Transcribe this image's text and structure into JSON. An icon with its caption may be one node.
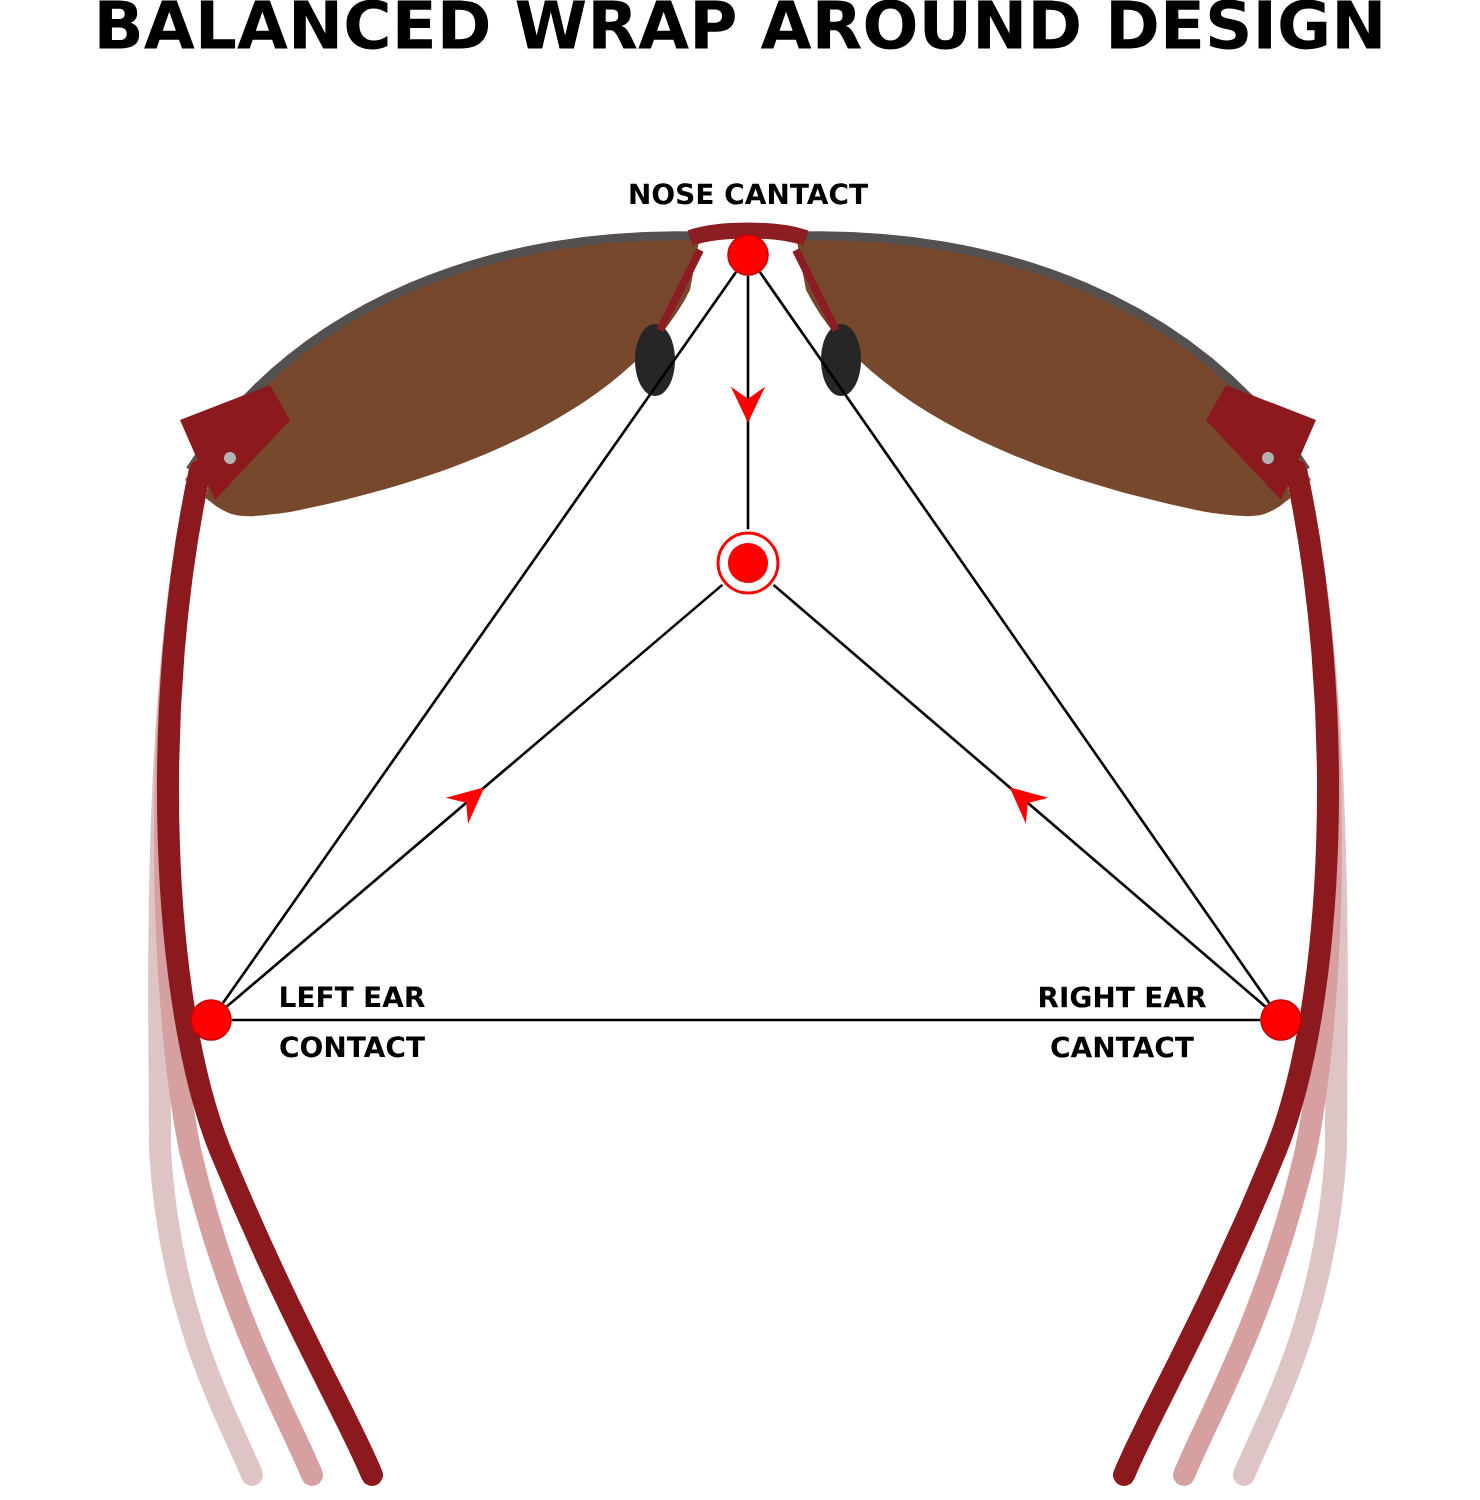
{
  "diagram": {
    "title": "BALANCED WRAP AROUND DESIGN",
    "nodes": [
      {
        "text": [],
        "shape": "circle",
        "beside": [
          "NOSE CANTACT"
        ]
      },
      {
        "text": [],
        "shape": "circle"
      },
      {
        "text": [],
        "shape": "circle",
        "beside": [
          "LEFT EAR CONTACT"
        ]
      },
      {
        "text": [],
        "shape": "circle",
        "beside": [
          "RIGHT EAR CANTACT"
        ]
      }
    ],
    "edges": [
      {
        "from": 0,
        "to": 1,
        "arrow": "to"
      },
      {
        "from": 2,
        "to": 1,
        "arrow": "to"
      },
      {
        "from": 3,
        "to": 1,
        "arrow": "to"
      },
      {
        "from": 0,
        "to": 2,
        "arrow": "none"
      },
      {
        "from": 0,
        "to": 3,
        "arrow": "none"
      },
      {
        "from": 2,
        "to": 3,
        "arrow": "none"
      }
    ]
  }
}
